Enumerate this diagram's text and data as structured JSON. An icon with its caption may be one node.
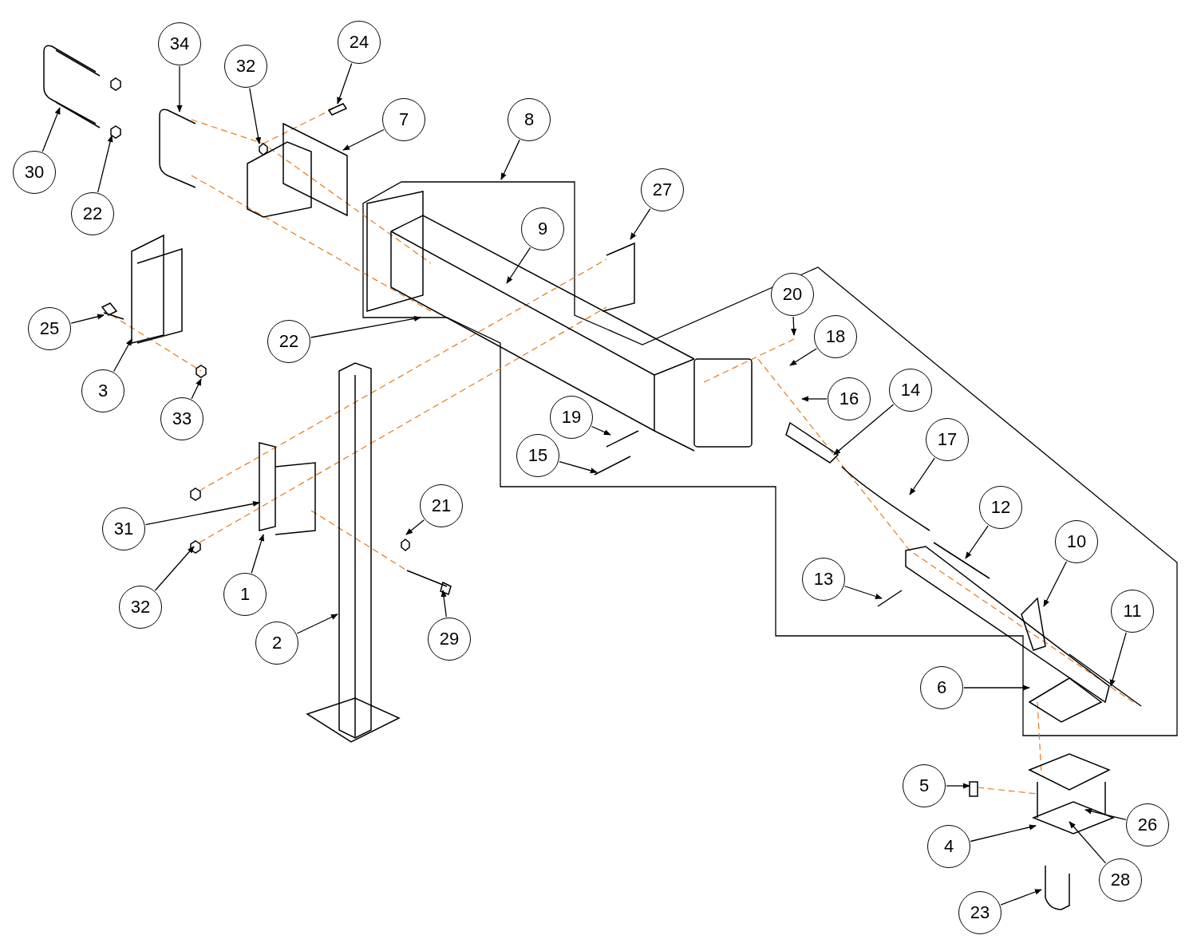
{
  "diagram": {
    "nodes": [
      {
        "text": [
          "24"
        ]
      },
      {
        "text": [
          "34"
        ]
      },
      {
        "text": [
          "32"
        ]
      },
      {
        "text": [
          "7"
        ]
      },
      {
        "text": [
          "8"
        ]
      },
      {
        "text": [
          "30"
        ]
      },
      {
        "text": [
          "27"
        ]
      },
      {
        "text": [
          "22"
        ]
      },
      {
        "text": [
          "9"
        ]
      },
      {
        "text": [
          "20"
        ]
      },
      {
        "text": [
          "25"
        ]
      },
      {
        "text": [
          "18"
        ]
      },
      {
        "text": [
          "22"
        ]
      },
      {
        "text": [
          "3"
        ]
      },
      {
        "text": [
          "14"
        ]
      },
      {
        "text": [
          "16"
        ]
      },
      {
        "text": [
          "19"
        ]
      },
      {
        "text": [
          "33"
        ]
      },
      {
        "text": [
          "17"
        ]
      },
      {
        "text": [
          "15"
        ]
      },
      {
        "text": [
          "21"
        ]
      },
      {
        "text": [
          "12"
        ]
      },
      {
        "text": [
          "31"
        ]
      },
      {
        "text": [
          "10"
        ]
      },
      {
        "text": [
          "13"
        ]
      },
      {
        "text": [
          "1"
        ]
      },
      {
        "text": [
          "32"
        ]
      },
      {
        "text": [
          "11"
        ]
      },
      {
        "text": [
          "29"
        ]
      },
      {
        "text": [
          "2"
        ]
      },
      {
        "text": [
          "6"
        ]
      },
      {
        "text": [
          "5"
        ]
      },
      {
        "text": [
          "26"
        ]
      },
      {
        "text": [
          "4"
        ]
      },
      {
        "text": [
          "28"
        ]
      },
      {
        "text": [
          "23"
        ]
      }
    ],
    "edges": [
      {
        "from": 0,
        "to": null,
        "arrow": "to"
      },
      {
        "from": 1,
        "to": null,
        "arrow": "to"
      },
      {
        "from": 2,
        "to": null,
        "arrow": "to"
      },
      {
        "from": 3,
        "to": null,
        "arrow": "to"
      },
      {
        "from": 4,
        "to": null,
        "arrow": "to"
      },
      {
        "from": 5,
        "to": null,
        "arrow": "to"
      },
      {
        "from": 6,
        "to": null,
        "arrow": "to"
      },
      {
        "from": 7,
        "to": null,
        "arrow": "to"
      },
      {
        "from": 8,
        "to": null,
        "arrow": "to"
      },
      {
        "from": 9,
        "to": null,
        "arrow": "to"
      },
      {
        "from": 10,
        "to": null,
        "arrow": "to"
      },
      {
        "from": 11,
        "to": null,
        "arrow": "to"
      },
      {
        "from": 12,
        "to": null,
        "arrow": "to"
      },
      {
        "from": 13,
        "to": null,
        "arrow": "to"
      },
      {
        "from": 14,
        "to": null,
        "arrow": "to"
      },
      {
        "from": 15,
        "to": null,
        "arrow": "to"
      },
      {
        "from": 16,
        "to": null,
        "arrow": "to"
      },
      {
        "from": 17,
        "to": null,
        "arrow": "to"
      },
      {
        "from": 18,
        "to": null,
        "arrow": "to"
      },
      {
        "from": 19,
        "to": null,
        "arrow": "to"
      },
      {
        "from": 20,
        "to": null,
        "arrow": "to"
      },
      {
        "from": 21,
        "to": null,
        "arrow": "to"
      },
      {
        "from": 22,
        "to": null,
        "arrow": "to"
      },
      {
        "from": 23,
        "to": null,
        "arrow": "to"
      },
      {
        "from": 24,
        "to": null,
        "arrow": "to"
      },
      {
        "from": 25,
        "to": null,
        "arrow": "to"
      },
      {
        "from": 26,
        "to": null,
        "arrow": "to"
      },
      {
        "from": 27,
        "to": null,
        "arrow": "to"
      },
      {
        "from": 28,
        "to": null,
        "arrow": "to"
      },
      {
        "from": 29,
        "to": null,
        "arrow": "to"
      },
      {
        "from": 30,
        "to": null,
        "arrow": "to"
      },
      {
        "from": 31,
        "to": null,
        "arrow": "to"
      },
      {
        "from": 32,
        "to": null,
        "arrow": "to"
      },
      {
        "from": 33,
        "to": null,
        "arrow": "to"
      },
      {
        "from": 34,
        "to": null,
        "arrow": "to"
      },
      {
        "from": 35,
        "to": null,
        "arrow": "to"
      }
    ]
  }
}
